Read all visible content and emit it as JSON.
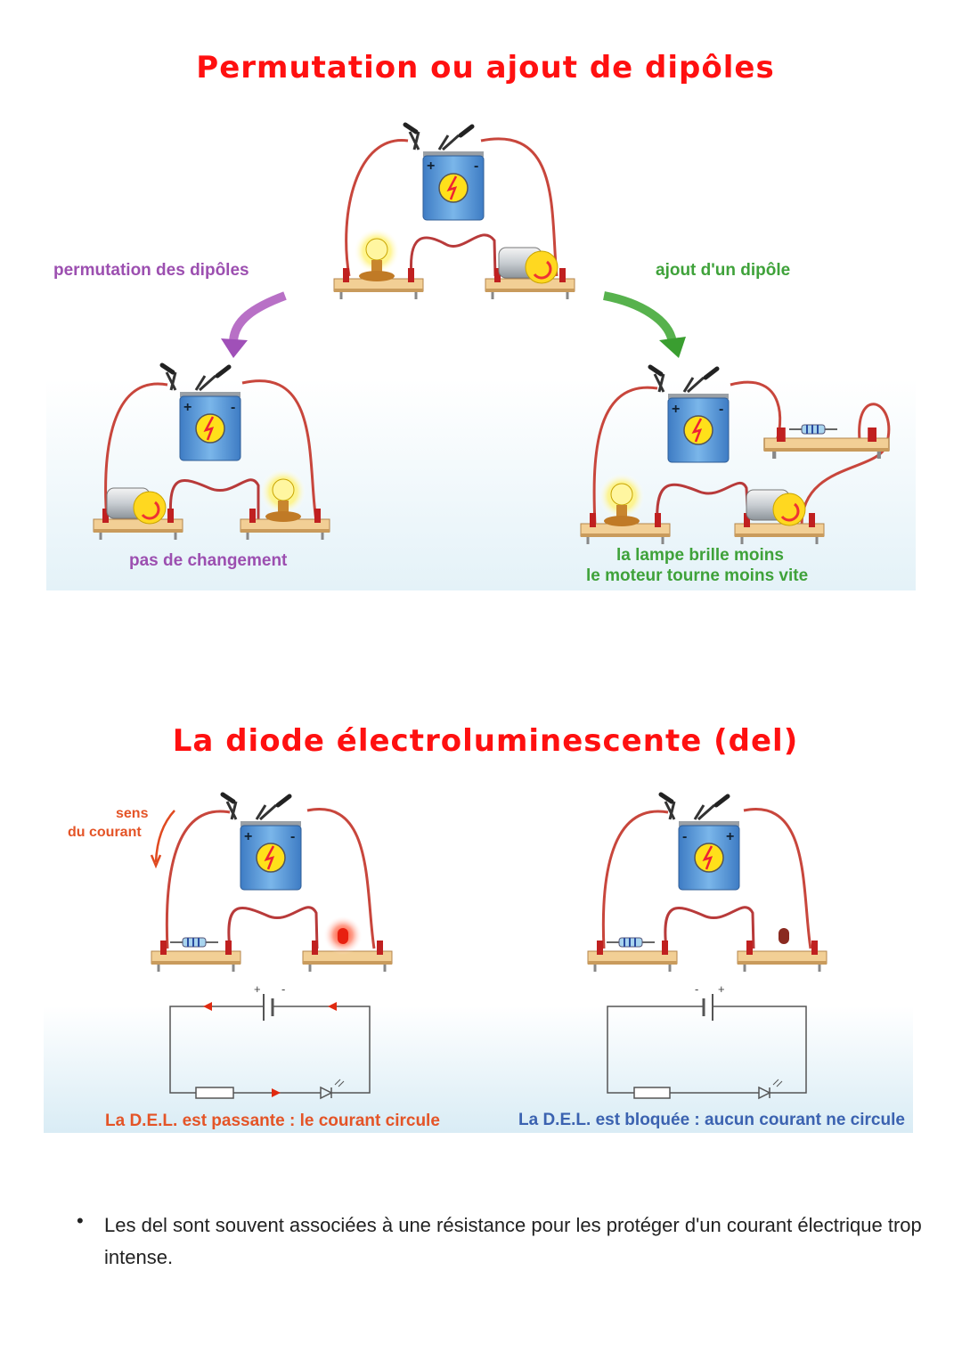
{
  "section1": {
    "title": "Permutation ou ajout de dipôles",
    "label_permutation": "permutation des dipôles",
    "label_ajout": "ajout d'un dipôle",
    "result_permutation": "pas de changement",
    "result_ajout_line1": "la lampe brille moins",
    "result_ajout_line2": "le moteur tourne moins vite",
    "battery_plus": "+",
    "battery_minus": "-"
  },
  "section2": {
    "title": "La diode électroluminescente (del)",
    "current_label_line1": "sens",
    "current_label_line2": "du courant",
    "caption_passante": "La D.E.L. est passante : le courant circule",
    "caption_bloquee": "La D.E.L. est bloquée : aucun courant ne circule",
    "plus": "+",
    "minus": "-"
  },
  "note": {
    "bullet": "•",
    "text": "Les del sont souvent associées à une résistance pour les protéger d'un courant électrique trop intense."
  },
  "colors": {
    "title": "#ff1010",
    "purple": "#9c4fb0",
    "green": "#3fa23a",
    "current_red": "#e45427",
    "blocked_blue": "#3b62b0",
    "wire": "#c8463c",
    "battery": "#5b9bd8"
  }
}
